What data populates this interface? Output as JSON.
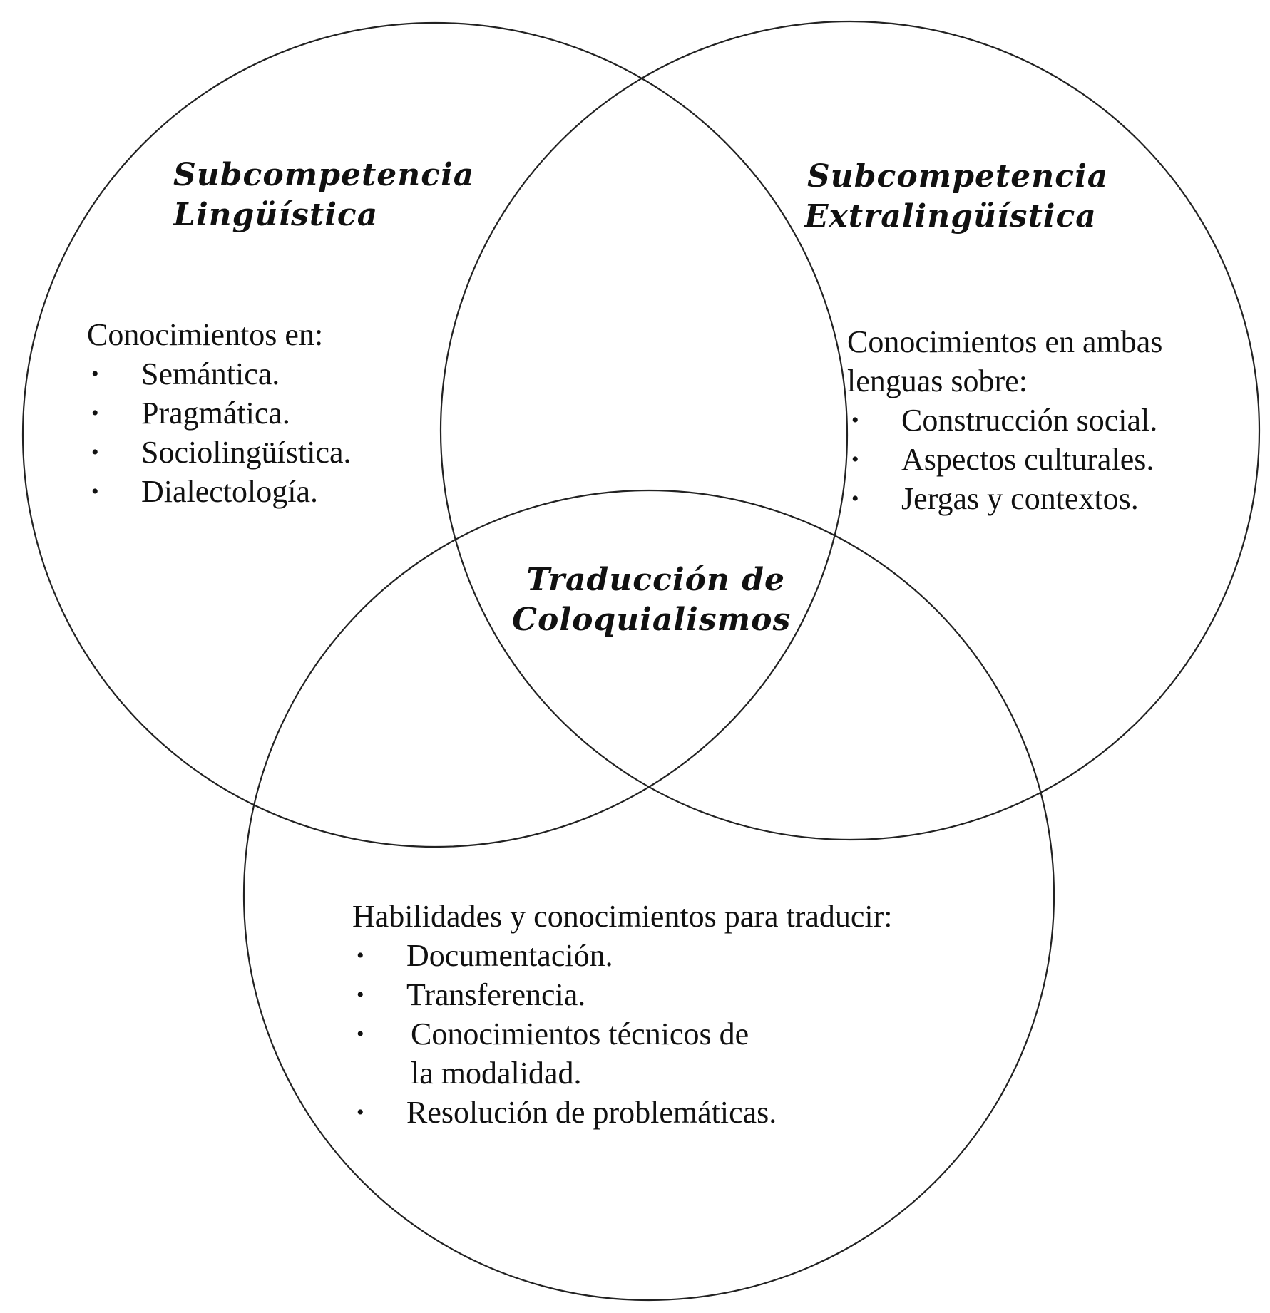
{
  "diagram": {
    "circles": [
      {
        "id": "linguistica",
        "name": "circle-linguistica"
      },
      {
        "id": "extralinguistica",
        "name": "circle-extralinguistica"
      },
      {
        "id": "traduccion",
        "name": "circle-traduccion"
      }
    ],
    "linguistica": {
      "title_lines": [
        "Subcompetencia",
        "Lingüística"
      ],
      "intro": "Conocimientos en:",
      "items": [
        "Semántica.",
        "Pragmática.",
        "Sociolingüística.",
        "Dialectología."
      ]
    },
    "extralinguistica": {
      "title_lines": [
        "Subcompetencia",
        "Extralingüística"
      ],
      "intro_lines": [
        "Conocimientos en ambas",
        "lenguas sobre:"
      ],
      "items": [
        "Construcción social.",
        "Aspectos culturales.",
        "Jergas y contextos."
      ]
    },
    "center": {
      "title_lines": [
        "Traducción de",
        "Coloquialismos"
      ]
    },
    "traduccion": {
      "intro": "Habilidades y conocimientos para traducir:",
      "items": [
        "Documentación.",
        "Transferencia.",
        "Conocimientos técnicos de",
        "la modalidad.",
        "Resolución de problemáticas."
      ]
    },
    "bullet_glyph": "•"
  }
}
